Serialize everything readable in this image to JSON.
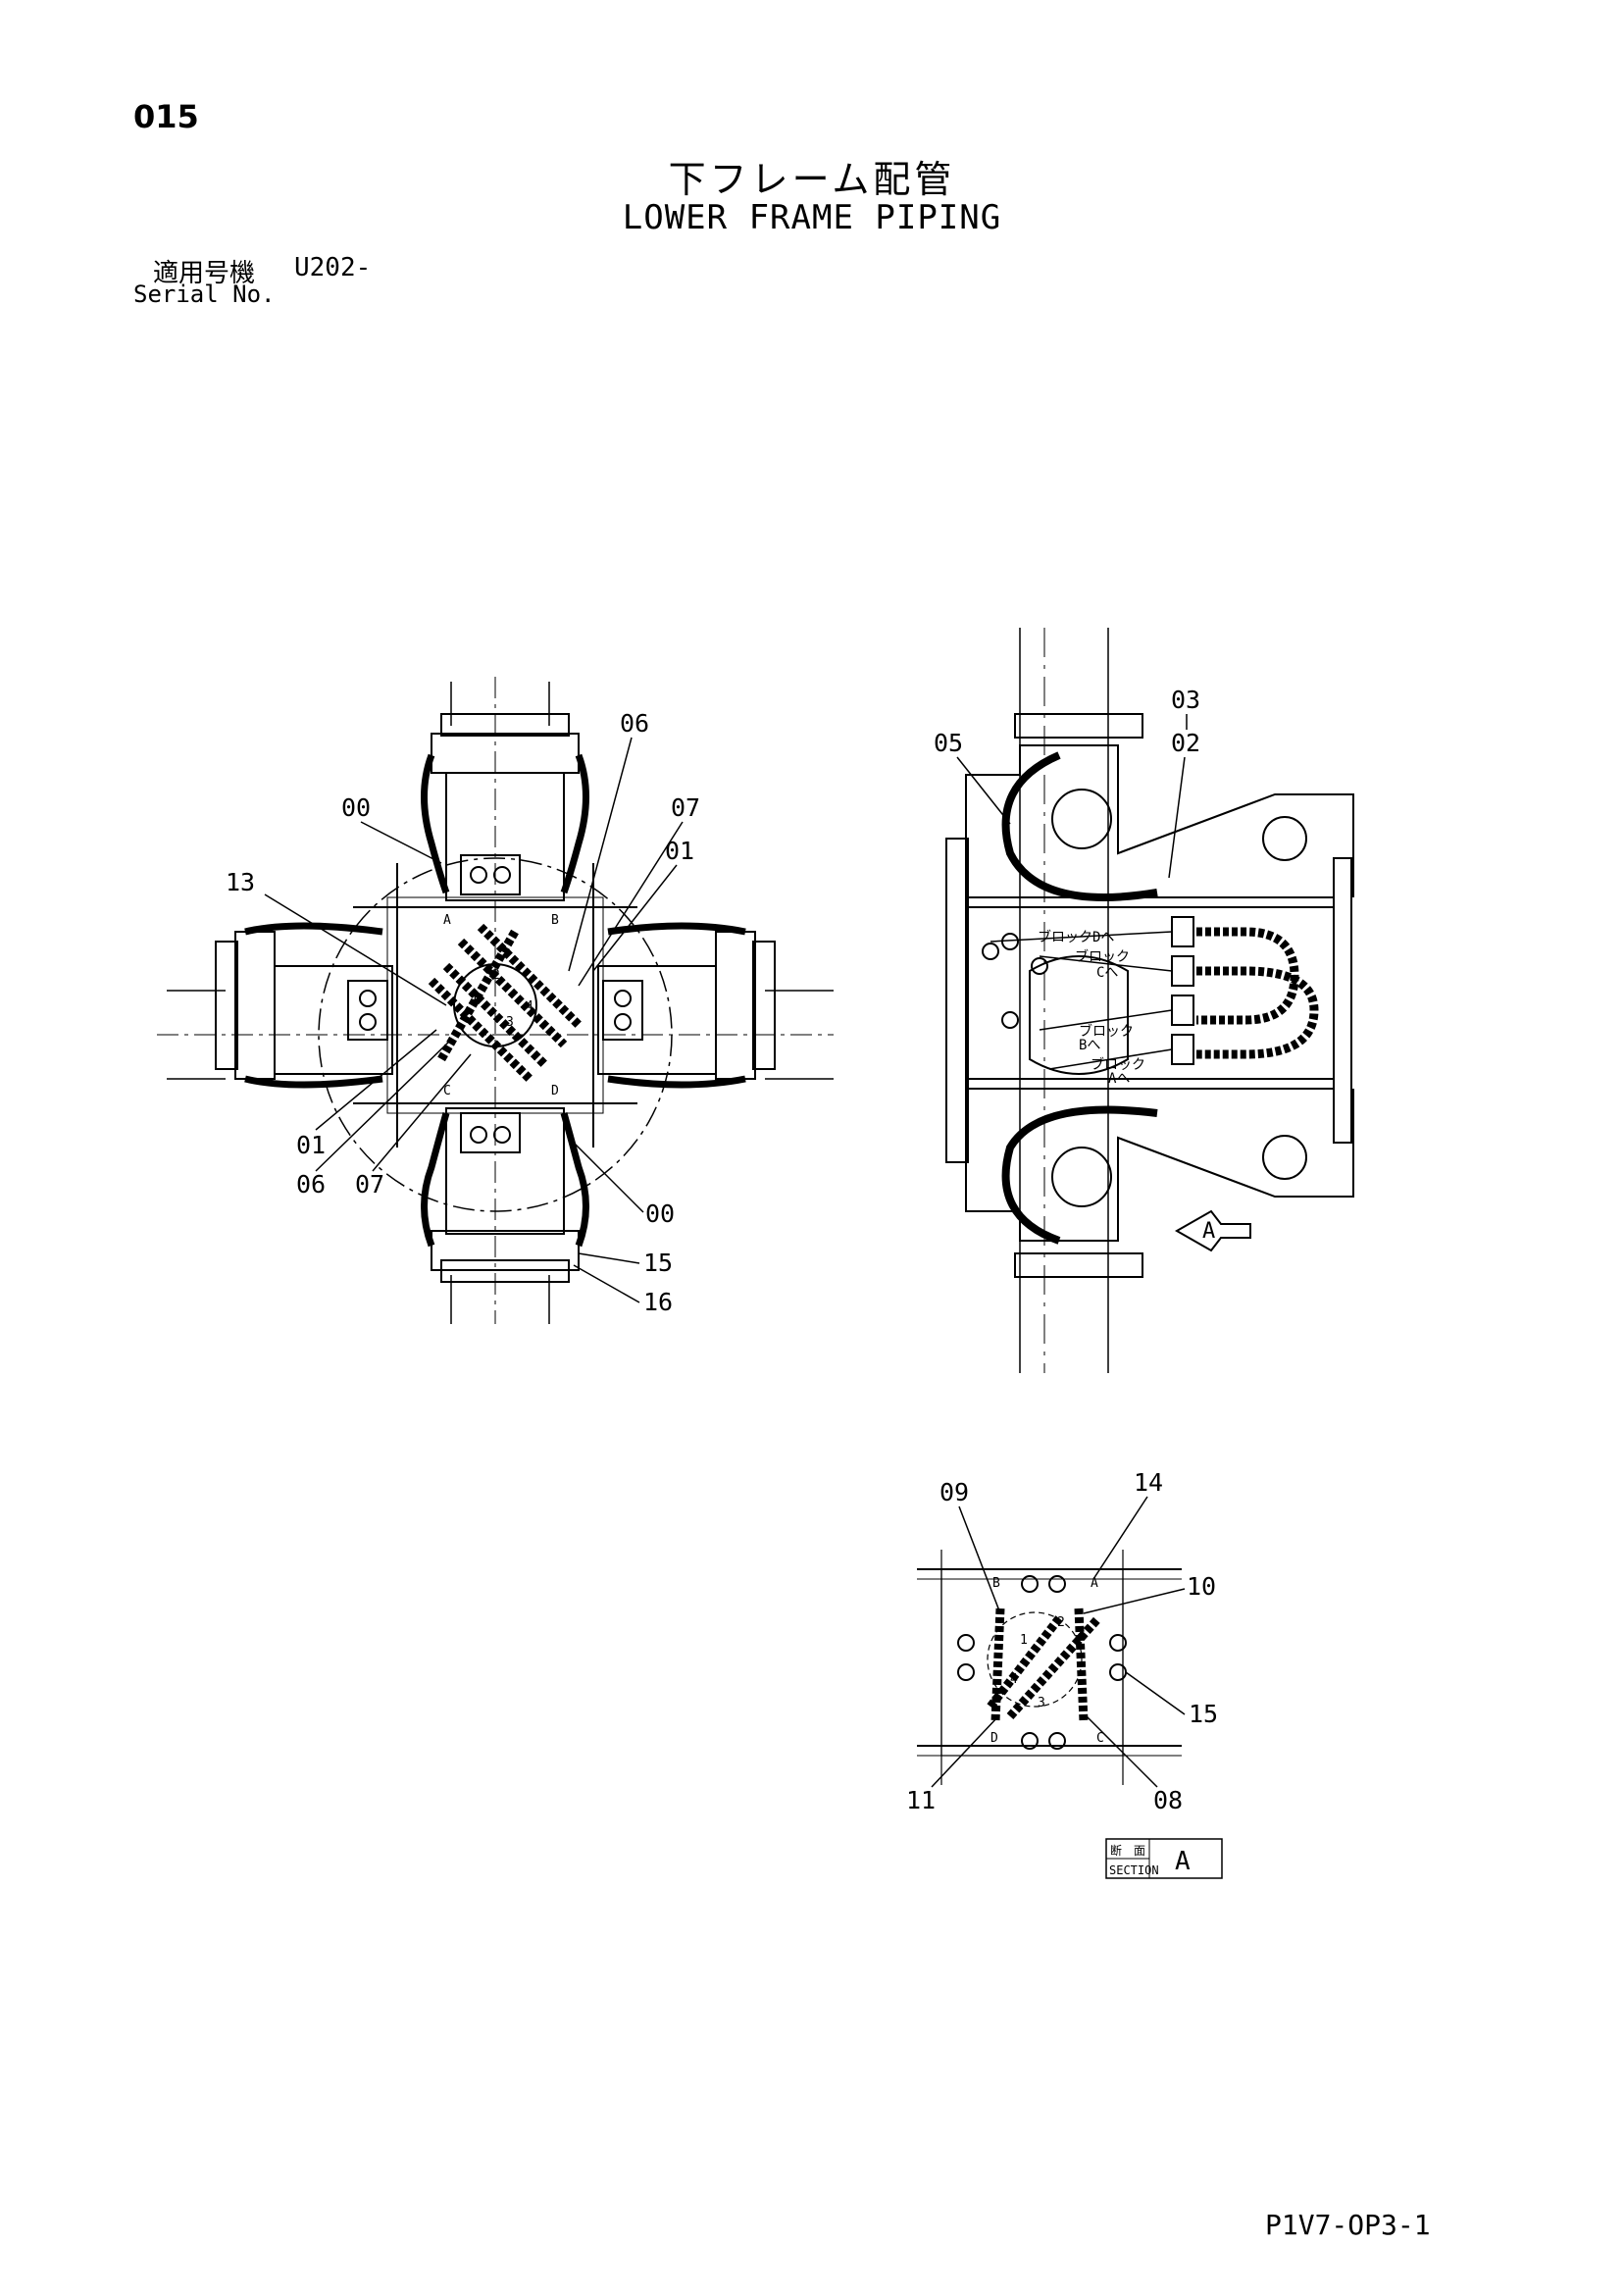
{
  "header": {
    "page_number": "015",
    "title_jp": "下フレーム配管",
    "title_en": "LOWER FRAME PIPING",
    "serial_label_jp": "適用号機",
    "serial_value": "U202-",
    "serial_label_en": "Serial No."
  },
  "footer": {
    "doc_code": "P1V7-OP3-1"
  },
  "left_view": {
    "callouts": [
      "06",
      "07",
      "01",
      "00",
      "13",
      "01",
      "06",
      "07",
      "00",
      "15",
      "16"
    ],
    "port_letters": [
      "A",
      "B",
      "C",
      "D"
    ],
    "swivel_numbers": [
      "1",
      "2",
      "3",
      "4"
    ]
  },
  "right_view": {
    "callouts": [
      "03",
      "02",
      "05"
    ],
    "block_labels": [
      "ブロックDへ",
      "ブロック",
      "Cへ",
      "ブロック",
      "Bへ",
      "ブロック",
      "Aへ"
    ],
    "view_marker": "A"
  },
  "section_view": {
    "callouts": [
      "09",
      "14",
      "10",
      "15",
      "11",
      "08"
    ],
    "port_letters": [
      "B",
      "A",
      "D",
      "C"
    ],
    "swivel_numbers": [
      "1",
      "2",
      "3",
      "4"
    ],
    "section_label_jp": "断　面",
    "section_label_en": "SECTION",
    "section_letter": "A"
  }
}
